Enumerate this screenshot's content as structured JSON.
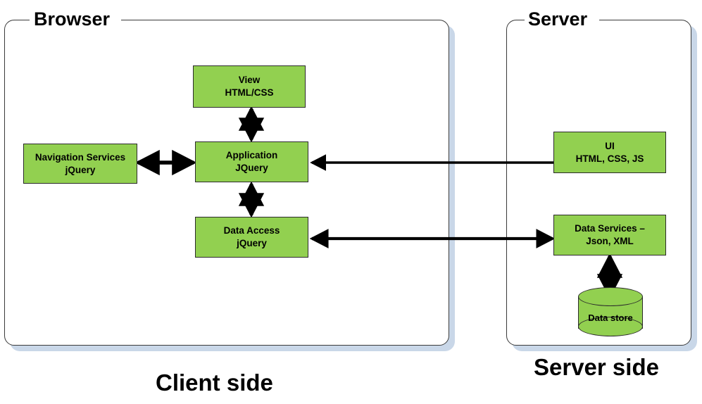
{
  "diagram": {
    "title": "Client side / Server side web application architecture",
    "colors": {
      "node_fill": "#92D050",
      "node_border": "#2B2B2B",
      "container_border": "#3A3A3A",
      "container_shadow": "#C9D7E8",
      "arrow": "#000000",
      "background": "#FFFFFF",
      "text": "#000000"
    },
    "containers": [
      {
        "id": "browser",
        "label": "Browser"
      },
      {
        "id": "server",
        "label": "Server"
      }
    ],
    "captions": [
      {
        "id": "client-side",
        "label": "Client side"
      },
      {
        "id": "server-side",
        "label": "Server side"
      }
    ],
    "nodes": [
      {
        "id": "view",
        "line1": "View",
        "line2": "HTML/CSS",
        "shape": "rect",
        "group": "browser"
      },
      {
        "id": "application",
        "line1": "Application",
        "line2": "JQuery",
        "shape": "rect",
        "group": "browser"
      },
      {
        "id": "navigation",
        "line1": "Navigation Services",
        "line2": "jQuery",
        "shape": "rect",
        "group": "browser"
      },
      {
        "id": "data-access",
        "line1": "Data Access",
        "line2": "jQuery",
        "shape": "rect",
        "group": "browser"
      },
      {
        "id": "ui",
        "line1": "UI",
        "line2": "HTML, CSS, JS",
        "shape": "rect",
        "group": "server"
      },
      {
        "id": "data-services",
        "line1": "Data Services –",
        "line2": "Json, XML",
        "shape": "rect",
        "group": "server"
      },
      {
        "id": "data-store",
        "line1": "Data store",
        "line2": "",
        "shape": "cylinder",
        "group": "server"
      }
    ],
    "connections": [
      {
        "id": "view-application",
        "from": "view",
        "to": "application",
        "direction": "bidirectional",
        "orientation": "vertical"
      },
      {
        "id": "application-data-access",
        "from": "application",
        "to": "data-access",
        "direction": "bidirectional",
        "orientation": "vertical"
      },
      {
        "id": "navigation-application",
        "from": "navigation",
        "to": "application",
        "direction": "bidirectional",
        "orientation": "horizontal"
      },
      {
        "id": "ui-application",
        "from": "ui",
        "to": "application",
        "direction": "one-way",
        "orientation": "horizontal"
      },
      {
        "id": "data-access-data-services",
        "from": "data-access",
        "to": "data-services",
        "direction": "bidirectional",
        "orientation": "horizontal"
      },
      {
        "id": "data-services-data-store",
        "from": "data-services",
        "to": "data-store",
        "direction": "bidirectional",
        "orientation": "vertical"
      }
    ]
  }
}
